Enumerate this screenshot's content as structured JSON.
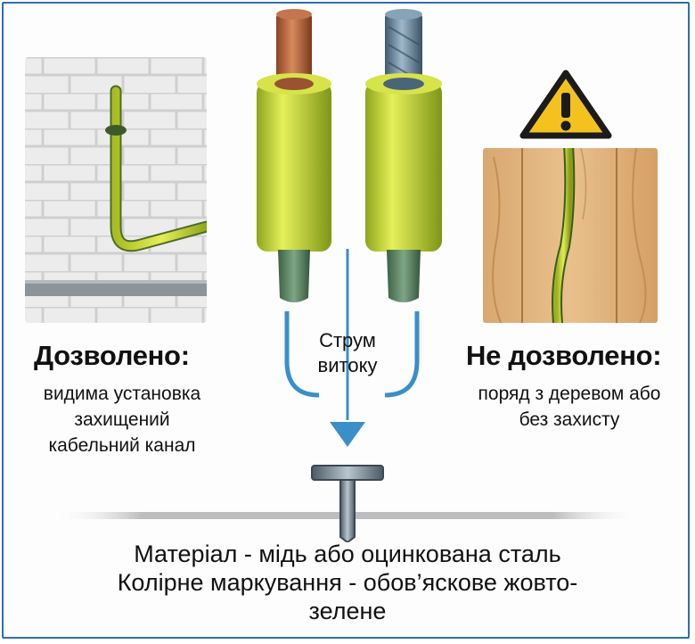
{
  "allowed": {
    "heading": "Дозволено:",
    "lines": [
      "видима установка",
      "захищений",
      "кабельний канал"
    ]
  },
  "forbidden": {
    "heading": "Не дозволено:",
    "lines": [
      "поряд з деревом або",
      "без захисту"
    ]
  },
  "leakage": {
    "lines": [
      "Струм",
      "витоку"
    ]
  },
  "bottom": {
    "lines": [
      "Матеріал - мідь або оцинкована сталь",
      "Колірне маркування - обов’яскове жовто-",
      "зелене"
    ]
  },
  "colors": {
    "frame": "#2e6fb0",
    "arrow": "#3a8fc9",
    "yellow_green": "#c9d93a",
    "copper": "#b8663d",
    "steel": "#6d8ca3",
    "warning": "#f4c21f"
  },
  "icons": [
    "warning-icon",
    "grounding-rod-icon",
    "arrow-down-icon"
  ]
}
